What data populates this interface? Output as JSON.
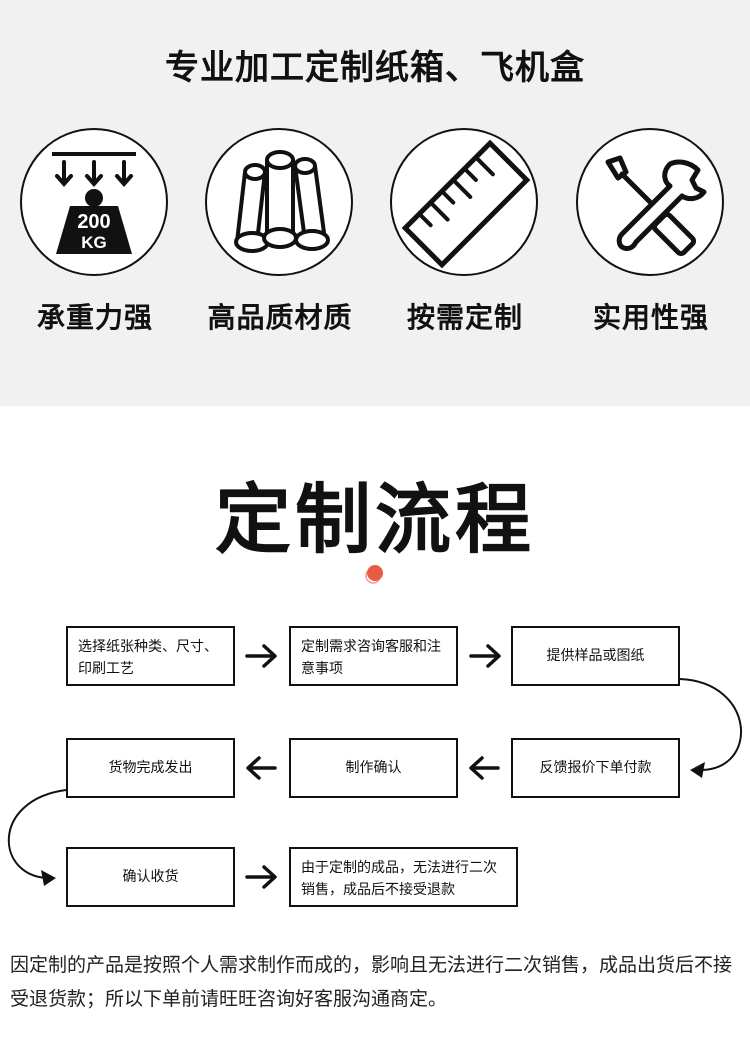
{
  "header": {
    "title": "专业加工定制纸箱、飞机盒"
  },
  "features": [
    {
      "icon": "weight-200kg-icon",
      "icon_text_1": "200",
      "icon_text_2": "KG",
      "label": "承重力强"
    },
    {
      "icon": "paper-rolls-icon",
      "label": "高品质材质"
    },
    {
      "icon": "ruler-icon",
      "label": "按需定制"
    },
    {
      "icon": "tools-icon",
      "label": "实用性强"
    }
  ],
  "process": {
    "title": "定制流程",
    "accent_color": "#e85b45",
    "steps": [
      "选择纸张种类、尺寸、印刷工艺",
      "定制需求咨询客服和注意事项",
      "提供样品或图纸",
      "反馈报价下单付款",
      "制作确认",
      "货物完成发出",
      "确认收货",
      "由于定制的成品，无法进行二次销售，成品后不接受退款"
    ]
  },
  "footnote": "因定制的产品是按照个人需求制作而成的，影响且无法进行二次销售，成品出货后不接受退货款；所以下单前请旺旺咨询好客服沟通商定。"
}
